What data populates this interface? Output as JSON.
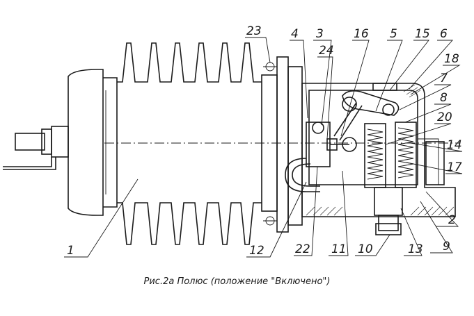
{
  "figure": {
    "caption": "Рис.2а Полюс (положение \"Включено\")"
  },
  "callouts": {
    "c1": "1",
    "c2": "2",
    "c3": "3",
    "c4": "4",
    "c5": "5",
    "c6": "6",
    "c7": "7",
    "c8": "8",
    "c9": "9",
    "c10": "10",
    "c11": "11",
    "c12": "12",
    "c13": "13",
    "c14": "14",
    "c15": "15",
    "c16": "16",
    "c17": "17",
    "c18": "18",
    "c20": "20",
    "c22": "22",
    "c23": "23",
    "c24": "24"
  }
}
